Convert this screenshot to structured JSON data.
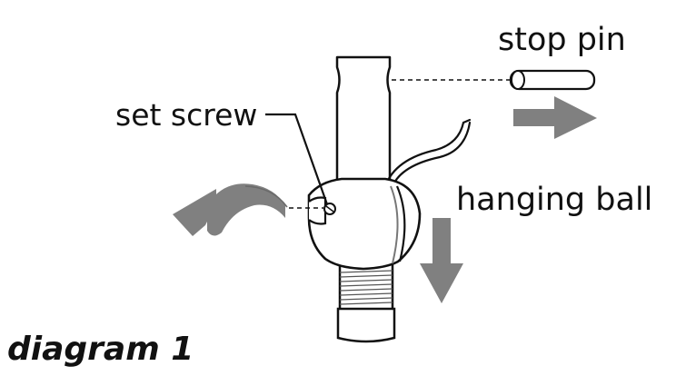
{
  "labels": {
    "stop_pin": "stop pin",
    "set_screw": "set screw",
    "hanging_ball": "hanging ball"
  },
  "caption": "diagram 1",
  "colors": {
    "line": "#111111",
    "arrow": "#808080",
    "background": "#ffffff"
  }
}
